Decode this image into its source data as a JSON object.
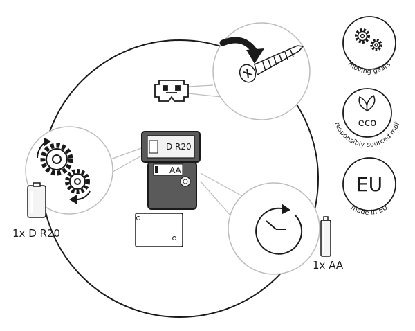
{
  "labels": {
    "battery_d": "1x D R20",
    "battery_aa": "1x AA",
    "compartment_d": "D R20",
    "compartment_aa": "AA"
  },
  "badges": [
    {
      "icon": "gears-icon",
      "caption": "moving gears"
    },
    {
      "icon": "eco-leaf-icon",
      "center_text": "eco",
      "caption": "responsibly sourced mdf"
    },
    {
      "icon": "eu-icon",
      "center_text": "EU",
      "caption": "made in EU"
    }
  ],
  "colors": {
    "line": "#1a1a1a",
    "callout_stroke": "#bdbdbd",
    "panel_fill": "#5a5a5a",
    "light_fill": "#f2f2f2"
  }
}
